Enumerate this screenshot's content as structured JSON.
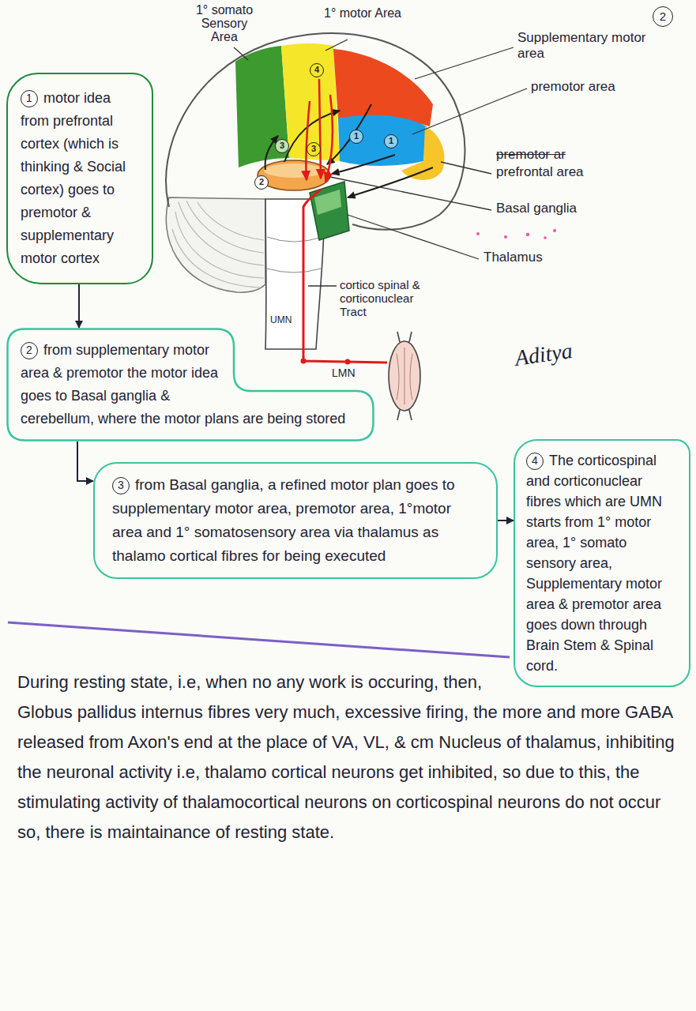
{
  "diagram": {
    "nodes": [
      {
        "text": [
          "1",
          "motor idea from prefrontal cortex (which is thinking & Social cortex) goes to premotor & supplementary motor cortex"
        ]
      },
      {
        "text": [
          "2",
          "from supplementary motor area & premotor the motor idea goes to Basal ganglia & cerebellum, where the motor plans are being stored"
        ]
      },
      {
        "text": [
          "3",
          "from Basal ganglia, a refined motor plan goes to supplementary motor area, premotor area, 1°motor area and 1° somatosensory area via thalamus as thalamo cortical fibres for being executed"
        ]
      },
      {
        "text": [
          "4",
          "The corticospinal and corticonuclear fibres which are UMN starts from 1° motor area, 1° somato sensory area, Supplementary motor area & premotor area goes down through Brain Stem & Spinal cord."
        ]
      }
    ],
    "edges": [
      {
        "from": 0,
        "to": 1,
        "arrow": "to"
      },
      {
        "from": 1,
        "to": 2,
        "arrow": "to"
      },
      {
        "from": 2,
        "to": 3,
        "arrow": "to"
      }
    ],
    "labels": [
      "2",
      "1° somato Sensory Area",
      "1° motor Area",
      "4",
      "Supplementary motor area",
      "premotor area",
      "3",
      "3",
      "1",
      "1",
      "premotor ar",
      "prefrontal area",
      "2",
      "Basal ganglia",
      "Thalamus",
      "cortico spinal & corticonuclear Tract",
      "UMN",
      "LMN",
      "Aditya",
      "During resting state, i.e, when no any work is occuring, then, Globus pallidus internus fibres very much, excessive firing, the more and more GABA released from Axon's end at the place of VA, VL, & cm Nucleus of thalamus, inhibiting the neuronal activity i.e, thalamo cortical neurons get inhibited, so due to this, the stimulating activity of thalamocortical neurons on corticospinal neurons do not occur so, there is maintainance of resting state."
    ]
  }
}
